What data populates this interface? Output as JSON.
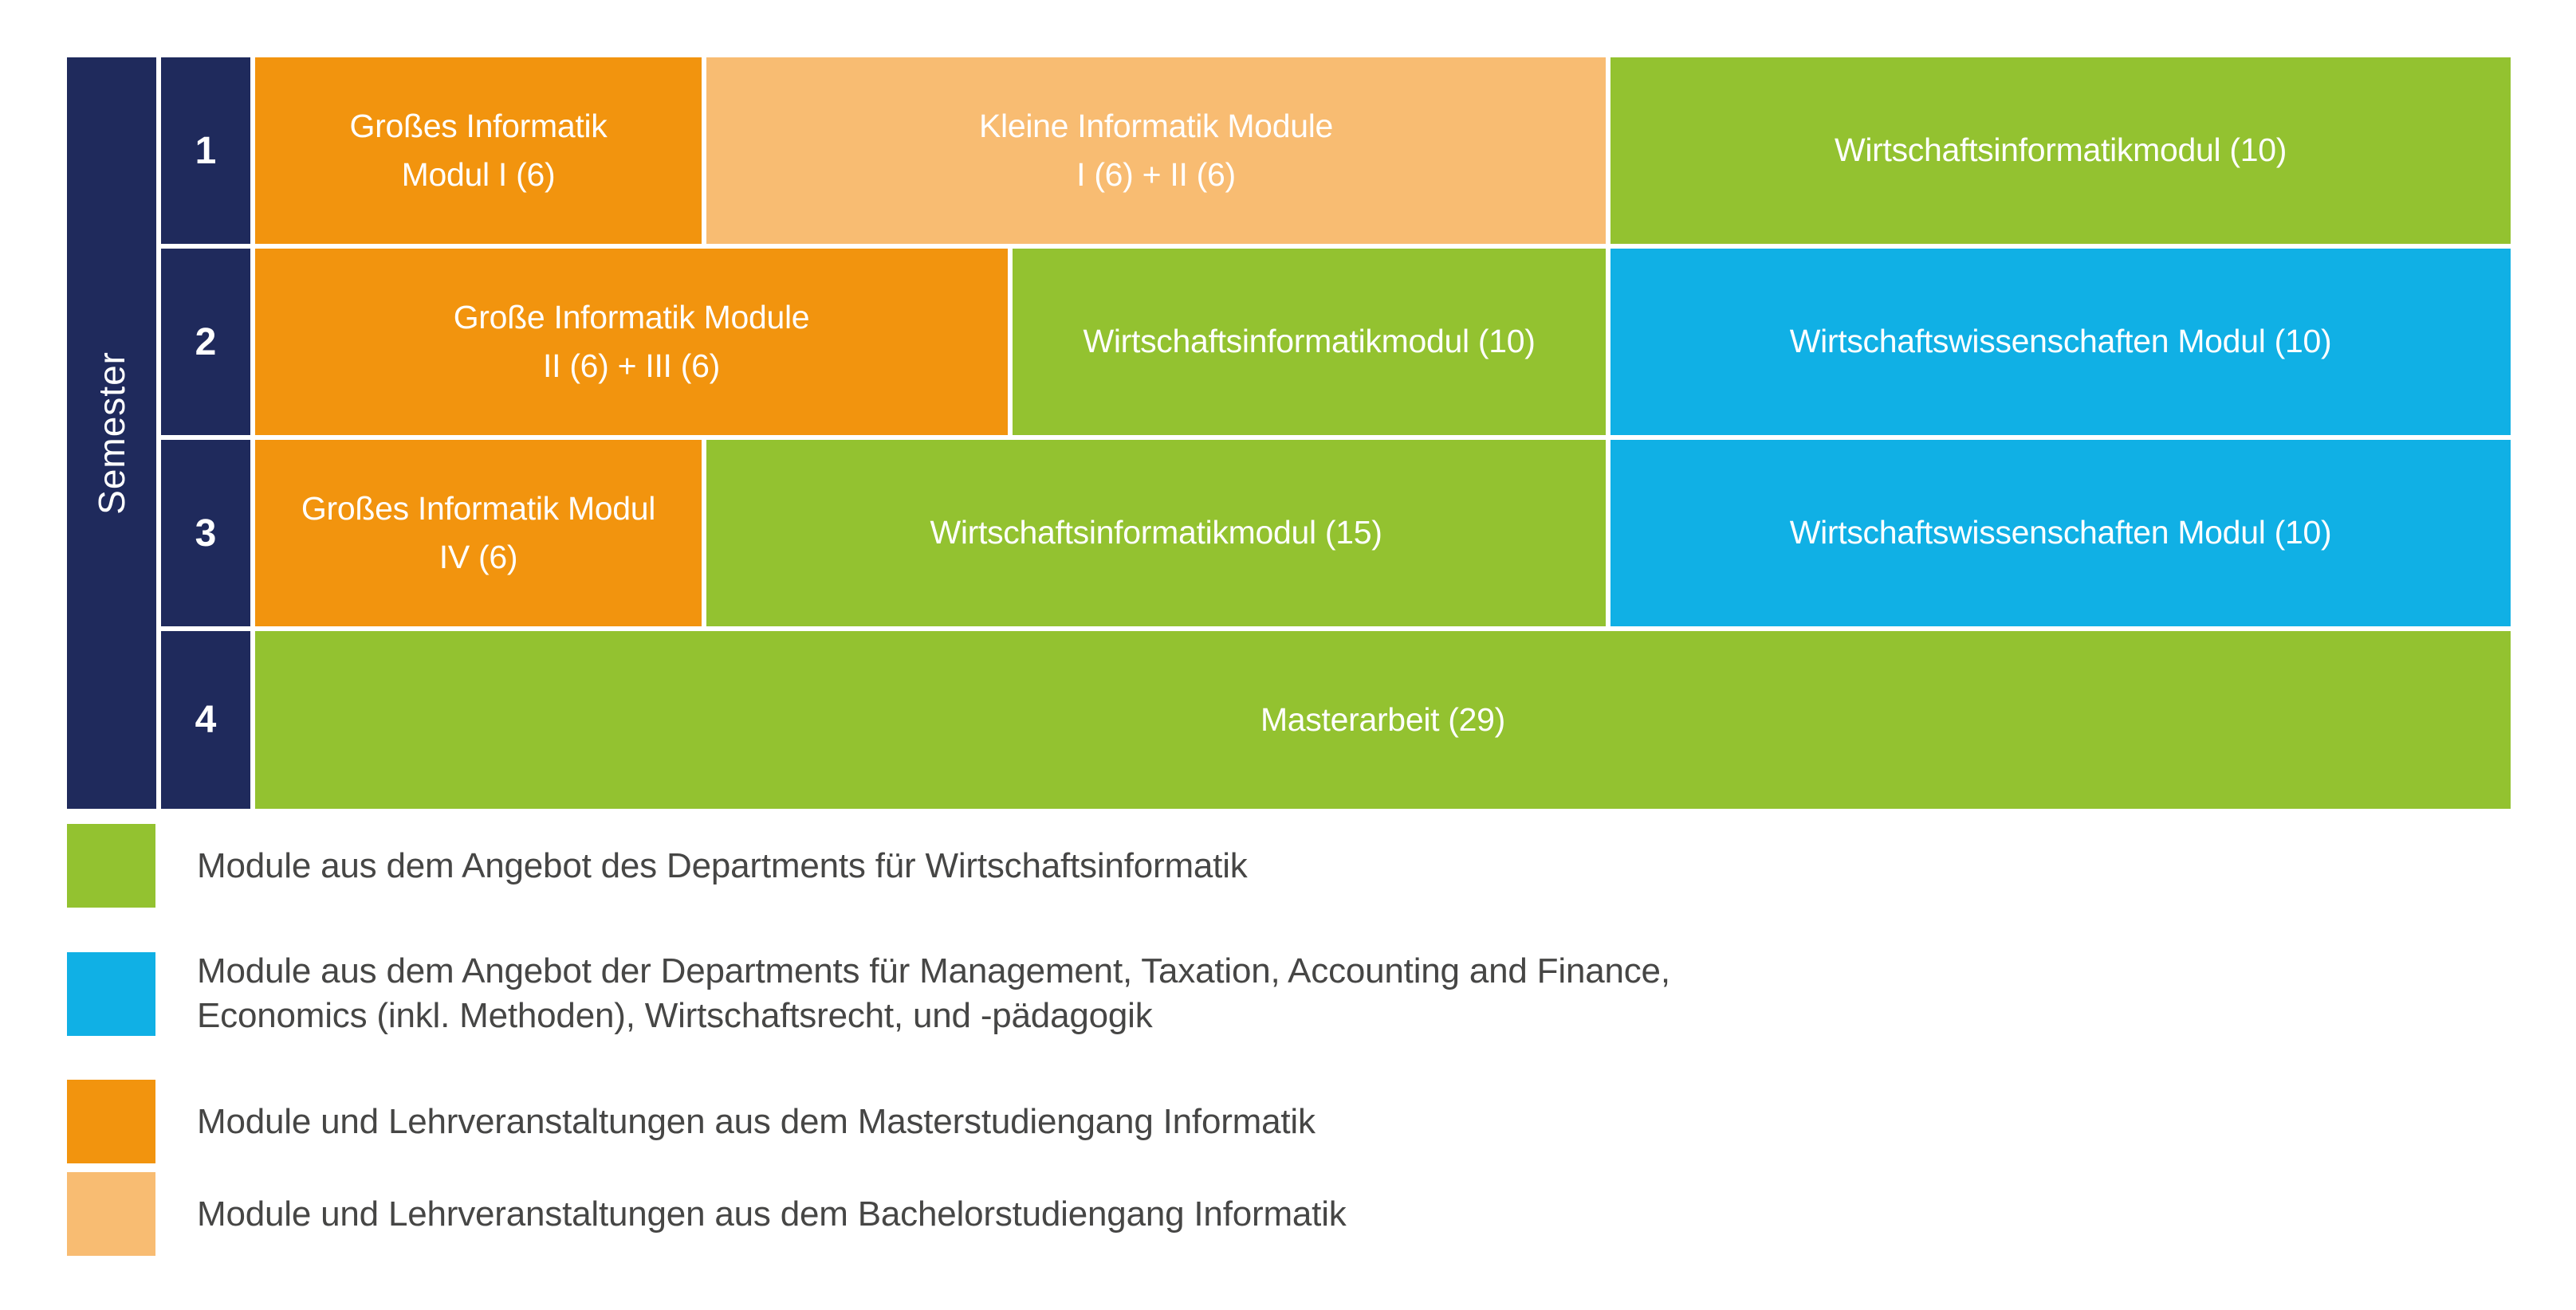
{
  "colors": {
    "navy": "#1f2a5c",
    "orange": "#f2940e",
    "light_orange": "#f8bc72",
    "green": "#93c230",
    "blue": "#10b0e5",
    "legend_text": "#464645",
    "background": "#ffffff",
    "block_text": "#ffffff"
  },
  "table": {
    "axis_label": "Semester",
    "rows": [
      {
        "semester": "1",
        "blocks": [
          {
            "label": "Großes Informatik\nModul I (6)",
            "color": "orange"
          },
          {
            "label": "Kleine Informatik Module\nI (6) + II (6)",
            "color": "light_orange"
          },
          {
            "label": "Wirtschaftsinformatikmodul (10)",
            "color": "green"
          }
        ]
      },
      {
        "semester": "2",
        "blocks": [
          {
            "label": "Große Informatik Module\nII (6) + III (6)",
            "color": "orange"
          },
          {
            "label": "Wirtschaftsinformatikmodul (10)",
            "color": "green"
          },
          {
            "label": "Wirtschaftswissenschaften Modul (10)",
            "color": "blue"
          }
        ]
      },
      {
        "semester": "3",
        "blocks": [
          {
            "label": "Großes Informatik Modul\nIV (6)",
            "color": "orange"
          },
          {
            "label": "Wirtschaftsinformatikmodul (15)",
            "color": "green"
          },
          {
            "label": "Wirtschaftswissenschaften Modul (10)",
            "color": "blue"
          }
        ]
      },
      {
        "semester": "4",
        "blocks": [
          {
            "label": "Masterarbeit (29)",
            "color": "green"
          }
        ]
      }
    ]
  },
  "legend": {
    "items": [
      {
        "color": "green",
        "label": "Module aus dem Angebot des Departments für Wirtschaftsinformatik"
      },
      {
        "color": "blue",
        "label": "Module aus dem Angebot der Departments für Management, Taxation, Accounting and Finance,\nEconomics (inkl. Methoden), Wirtschaftsrecht, und -pädagogik"
      },
      {
        "color": "orange",
        "label": "Module und Lehrveranstaltungen aus dem Masterstudiengang Informatik"
      },
      {
        "color": "light_orange",
        "label": "Module und Lehrveranstaltungen aus dem Bachelorstudiengang Informatik"
      }
    ]
  }
}
